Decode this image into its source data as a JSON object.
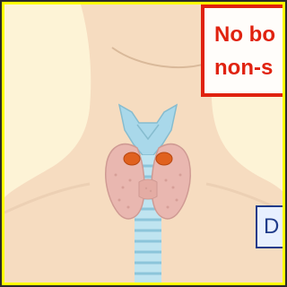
{
  "callouts": {
    "red_line1": "No bo",
    "red_line2": "non-s",
    "blue_line1": "D"
  },
  "colors": {
    "frame_border": "#ffff00",
    "skin": "#f6dcc0",
    "background": "#fdf3d6",
    "red_callout": "#e0220f",
    "blue_callout": "#1f3b8a",
    "thyroid": "#e9b7b0",
    "parathyroid": "#e0611f",
    "larynx": "#a9d8ea",
    "trachea": "#bfe4f0"
  }
}
